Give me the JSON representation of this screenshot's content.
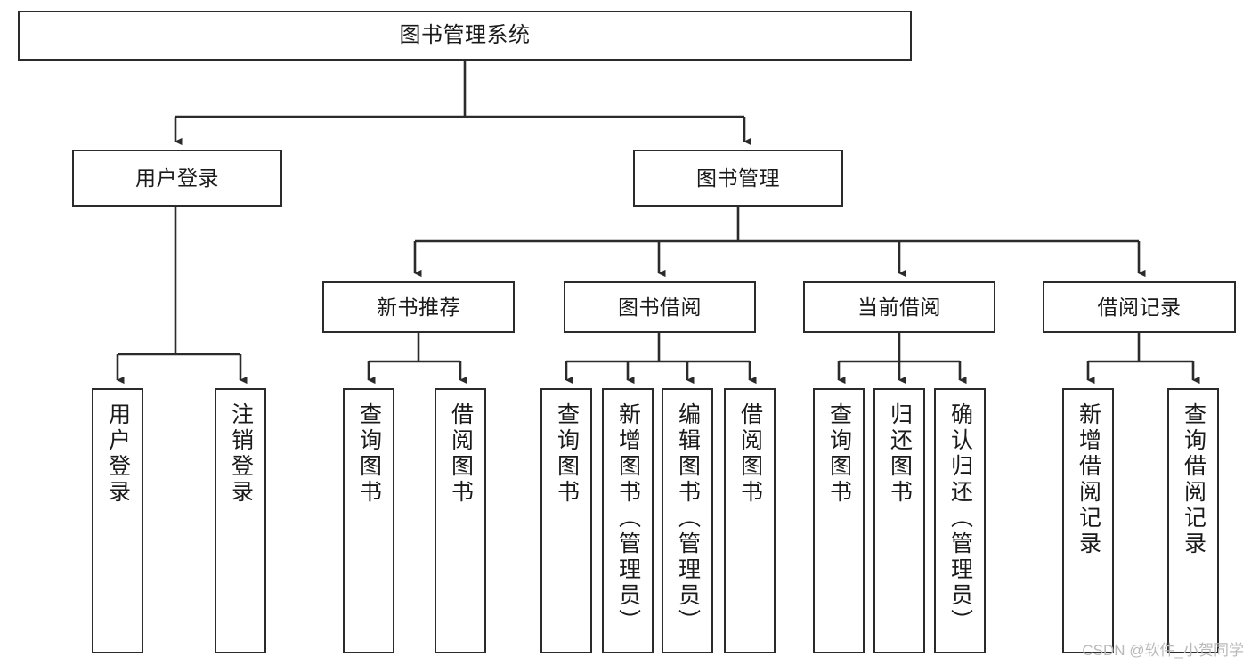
{
  "diagram": {
    "title": "图书管理系统",
    "type": "tree-hierarchy-chart",
    "watermark": "CSDN @软件_小贺同学",
    "style": {
      "line_color": "#2b2b2b",
      "box_fill": "#ffffff",
      "text_color": "#1a1a1a",
      "watermark_color": "#b9b9b9"
    }
  },
  "nodes": {
    "root": {
      "label": "图书管理系统",
      "level": 1
    },
    "user_login": {
      "label": "用户登录",
      "level": 2
    },
    "book_manage": {
      "label": "图书管理",
      "level": 2
    },
    "new_book_rec": {
      "label": "新书推荐",
      "level": 3
    },
    "book_borrow": {
      "label": "图书借阅",
      "level": 3
    },
    "current_borrow": {
      "label": "当前借阅",
      "level": 3
    },
    "borrow_record": {
      "label": "借阅记录",
      "level": 3
    },
    "leaf_user_login": {
      "label": "用户登录",
      "level": 4
    },
    "leaf_user_logout": {
      "label": "注销登录",
      "level": 4
    },
    "leaf_query_book_1": {
      "label": "查询图书",
      "level": 4
    },
    "leaf_borrow_book_1": {
      "label": "借阅图书",
      "level": 4
    },
    "leaf_query_book_2": {
      "label": "查询图书",
      "level": 4
    },
    "leaf_add_book": {
      "label": "新增图书（管理员）",
      "level": 4
    },
    "leaf_edit_book": {
      "label": "编辑图书（管理员）",
      "level": 4
    },
    "leaf_borrow_book_2": {
      "label": "借阅图书",
      "level": 4
    },
    "leaf_query_book_3": {
      "label": "查询图书",
      "level": 4
    },
    "leaf_return_book": {
      "label": "归还图书",
      "level": 4
    },
    "leaf_confirm_return": {
      "label": "确认归还（管理员）",
      "level": 4
    },
    "leaf_add_record": {
      "label": "新增借阅记录",
      "level": 4
    },
    "leaf_query_record": {
      "label": "查询借阅记录",
      "level": 4
    }
  },
  "edges": [
    {
      "from": "root",
      "to": "user_login"
    },
    {
      "from": "root",
      "to": "book_manage"
    },
    {
      "from": "user_login",
      "to": "leaf_user_login"
    },
    {
      "from": "user_login",
      "to": "leaf_user_logout"
    },
    {
      "from": "book_manage",
      "to": "new_book_rec"
    },
    {
      "from": "book_manage",
      "to": "book_borrow"
    },
    {
      "from": "book_manage",
      "to": "current_borrow"
    },
    {
      "from": "book_manage",
      "to": "borrow_record"
    },
    {
      "from": "new_book_rec",
      "to": "leaf_query_book_1"
    },
    {
      "from": "new_book_rec",
      "to": "leaf_borrow_book_1"
    },
    {
      "from": "book_borrow",
      "to": "leaf_query_book_2"
    },
    {
      "from": "book_borrow",
      "to": "leaf_add_book"
    },
    {
      "from": "book_borrow",
      "to": "leaf_edit_book"
    },
    {
      "from": "book_borrow",
      "to": "leaf_borrow_book_2"
    },
    {
      "from": "current_borrow",
      "to": "leaf_query_book_3"
    },
    {
      "from": "current_borrow",
      "to": "leaf_return_book"
    },
    {
      "from": "current_borrow",
      "to": "leaf_confirm_return"
    },
    {
      "from": "borrow_record",
      "to": "leaf_add_record"
    },
    {
      "from": "borrow_record",
      "to": "leaf_query_record"
    }
  ]
}
